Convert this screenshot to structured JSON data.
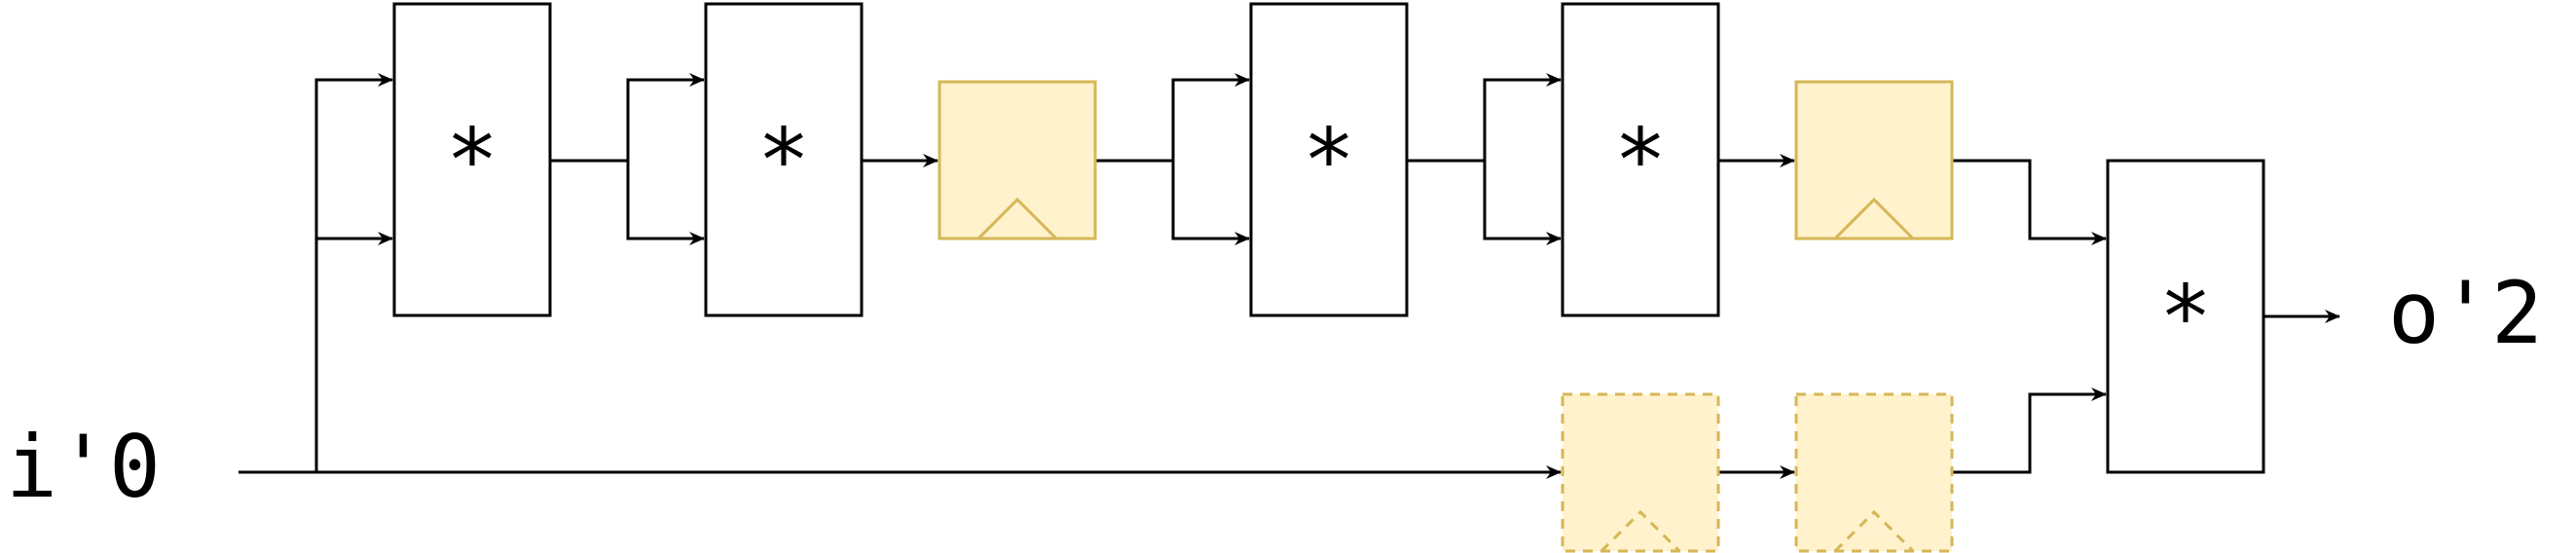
{
  "input": {
    "label": "i'0"
  },
  "output": {
    "label": "o'2"
  },
  "multipliers": [
    {
      "label": "*"
    },
    {
      "label": "*"
    },
    {
      "label": "*"
    },
    {
      "label": "*"
    },
    {
      "label": "*"
    }
  ],
  "registers": [
    {
      "style": "solid"
    },
    {
      "style": "solid"
    },
    {
      "style": "dashed"
    },
    {
      "style": "dashed"
    }
  ],
  "colors": {
    "register_fill": "#fff2cc",
    "register_stroke": "#d6b656",
    "wire": "#000000"
  }
}
